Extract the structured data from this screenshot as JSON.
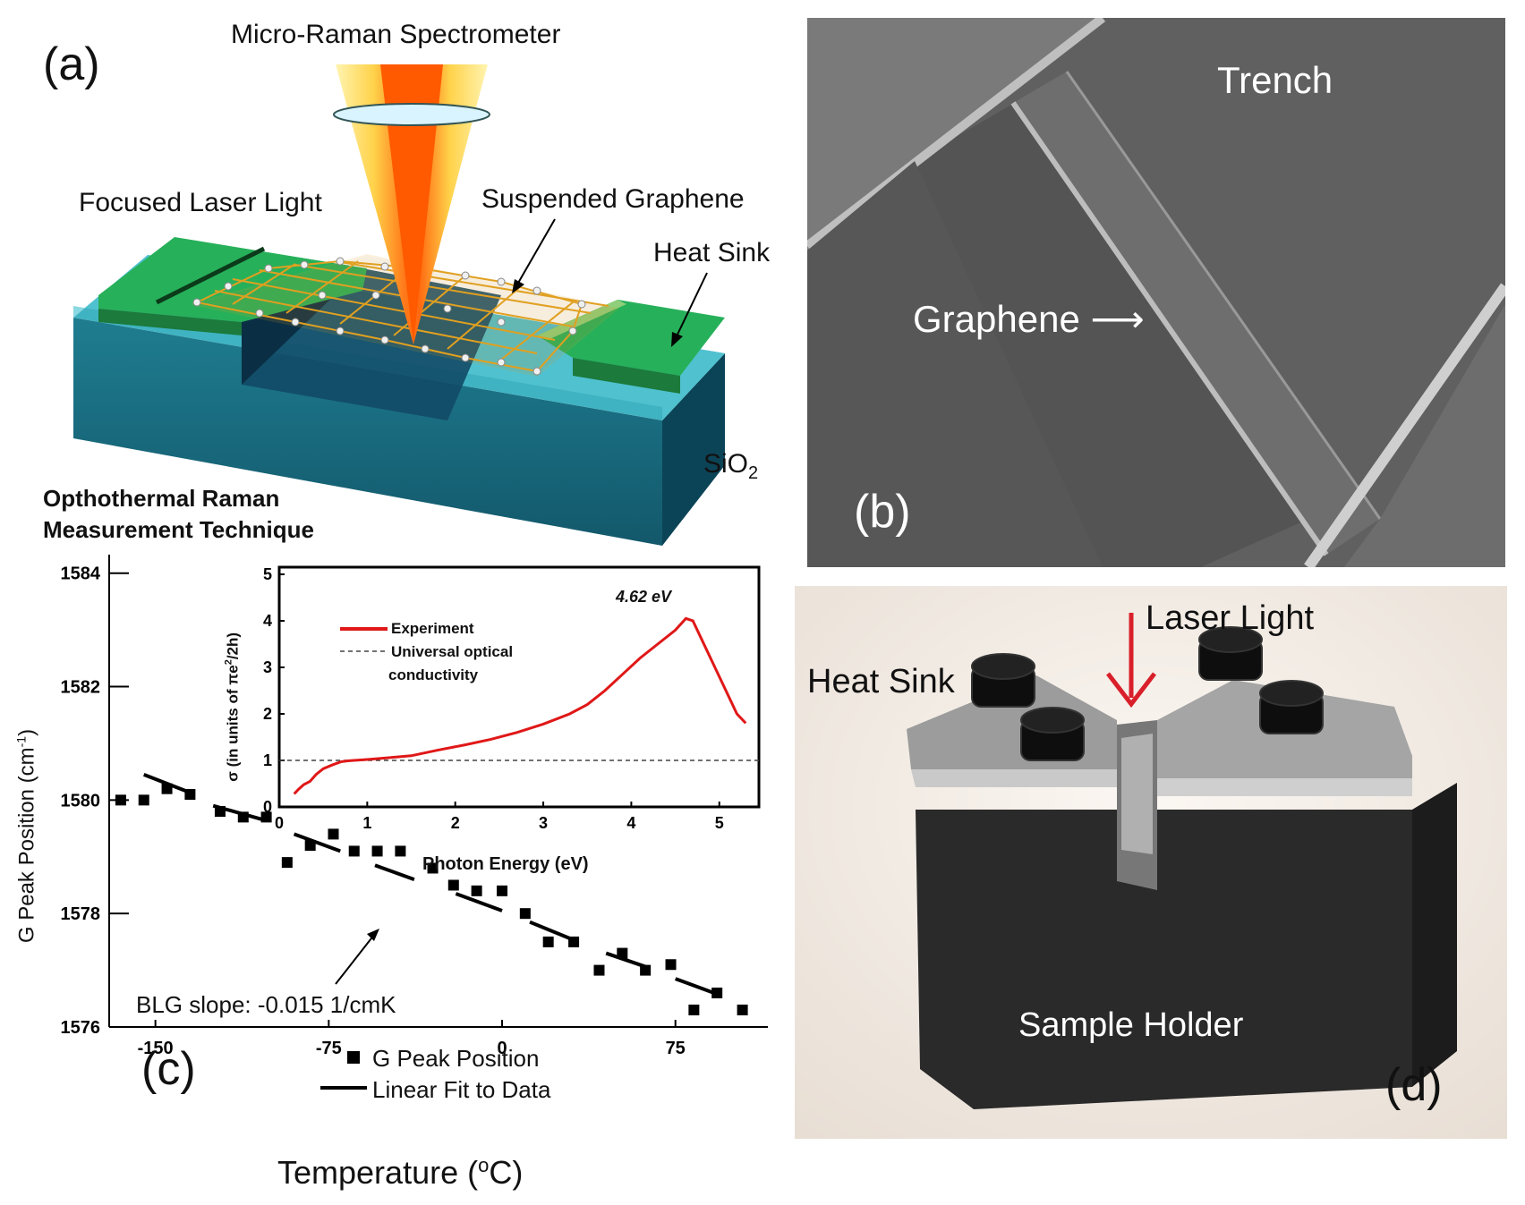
{
  "panel_a": {
    "label": "(a)",
    "spectrometer": "Micro-Raman Spectrometer",
    "focused_laser": "Focused Laser Light",
    "suspended_graphene": "Suspended Graphene",
    "heat_sink": "Heat Sink",
    "sio2_main": "SiO",
    "sio2_sub": "2",
    "technique_line1": "Opthothermal Raman",
    "technique_line2": "Measurement Technique"
  },
  "panel_b": {
    "label": "(b)",
    "trench": "Trench",
    "graphene": "Graphene"
  },
  "panel_d": {
    "label": "(d)",
    "laser_light": "Laser Light",
    "heat_sink": "Heat Sink",
    "sample_holder": "Sample Holder"
  },
  "panel_c": {
    "label": "(c)",
    "annotation": "BLG slope: -0.015 1/cmK",
    "legend_points": "G Peak Position",
    "legend_fit": "Linear Fit to Data",
    "inset": {
      "peak_label": "4.62 eV",
      "legend_experiment": "Experiment",
      "legend_universal_line1": "Universal optical",
      "legend_universal_line2": "conductivity"
    }
  },
  "chart_data": [
    {
      "type": "scatter",
      "xlabel_main": "Temperature (",
      "xlabel_sup": "o",
      "xlabel_end": "C)",
      "ylabel_main": "G Peak Position (cm",
      "ylabel_sup": "-1",
      "ylabel_end": ")",
      "xlim": [
        -170,
        115
      ],
      "ylim": [
        1576,
        1584.8
      ],
      "xticks": [
        -150,
        -75,
        0,
        75
      ],
      "yticks": [
        1576,
        1578,
        1580,
        1582,
        1584
      ],
      "series": [
        {
          "name": "G Peak Position",
          "x": [
            -165,
            -155,
            -145,
            -135,
            -122,
            -112,
            -102,
            -93,
            -83,
            -73,
            -64,
            -54,
            -44,
            -30,
            -21,
            -11,
            0,
            10,
            20,
            31,
            42,
            52,
            62,
            73,
            83,
            93,
            104
          ],
          "y": [
            1580.0,
            1580.0,
            1580.2,
            1580.1,
            1579.8,
            1579.7,
            1579.7,
            1578.9,
            1579.2,
            1579.4,
            1579.1,
            1579.1,
            1579.1,
            1578.8,
            1578.5,
            1578.4,
            1578.4,
            1578.0,
            1577.5,
            1577.5,
            1577.0,
            1577.3,
            1577.0,
            1577.1,
            1576.3,
            1576.6,
            1576.3
          ]
        }
      ],
      "fit_segments": [
        {
          "x": [
            -155,
            -133
          ],
          "y": [
            1580.45,
            1580.1
          ]
        },
        {
          "x": [
            -125,
            -103
          ],
          "y": [
            1579.9,
            1579.65
          ]
        },
        {
          "x": [
            -90,
            -70
          ],
          "y": [
            1579.4,
            1579.1
          ]
        },
        {
          "x": [
            -55,
            -38
          ],
          "y": [
            1578.85,
            1578.6
          ]
        },
        {
          "x": [
            -20,
            0
          ],
          "y": [
            1578.35,
            1578.05
          ]
        },
        {
          "x": [
            12,
            33
          ],
          "y": [
            1577.85,
            1577.5
          ]
        },
        {
          "x": [
            45,
            63
          ],
          "y": [
            1577.3,
            1577.05
          ]
        },
        {
          "x": [
            75,
            95
          ],
          "y": [
            1576.85,
            1576.55
          ]
        }
      ]
    },
    {
      "type": "line",
      "xlabel": "Photon Energy (eV)",
      "ylabel_main": "σ (in units of πe",
      "ylabel_sup": "2",
      "ylabel_end": "/2h)",
      "xlim": [
        0,
        5.45
      ],
      "ylim": [
        0,
        5
      ],
      "xticks": [
        0,
        1,
        2,
        3,
        4,
        5
      ],
      "yticks": [
        0,
        1,
        2,
        3,
        4,
        5
      ],
      "series": [
        {
          "name": "Experiment",
          "x": [
            0.17,
            0.22,
            0.28,
            0.35,
            0.42,
            0.5,
            0.6,
            0.7,
            0.78,
            0.85,
            1.0,
            1.2,
            1.5,
            1.8,
            2.1,
            2.4,
            2.7,
            3.0,
            3.3,
            3.5,
            3.7,
            3.9,
            4.1,
            4.3,
            4.5,
            4.62,
            4.7,
            4.8,
            4.95,
            5.1,
            5.2,
            5.3
          ],
          "y": [
            0.28,
            0.38,
            0.48,
            0.55,
            0.7,
            0.82,
            0.9,
            0.97,
            0.99,
            1.0,
            1.02,
            1.05,
            1.1,
            1.22,
            1.33,
            1.45,
            1.6,
            1.78,
            2.0,
            2.2,
            2.5,
            2.85,
            3.2,
            3.5,
            3.8,
            4.05,
            4.0,
            3.6,
            3.0,
            2.4,
            2.0,
            1.8
          ]
        },
        {
          "name": "Universal optical conductivity",
          "x": [
            0,
            5.45
          ],
          "y": [
            1,
            1
          ]
        }
      ]
    }
  ]
}
